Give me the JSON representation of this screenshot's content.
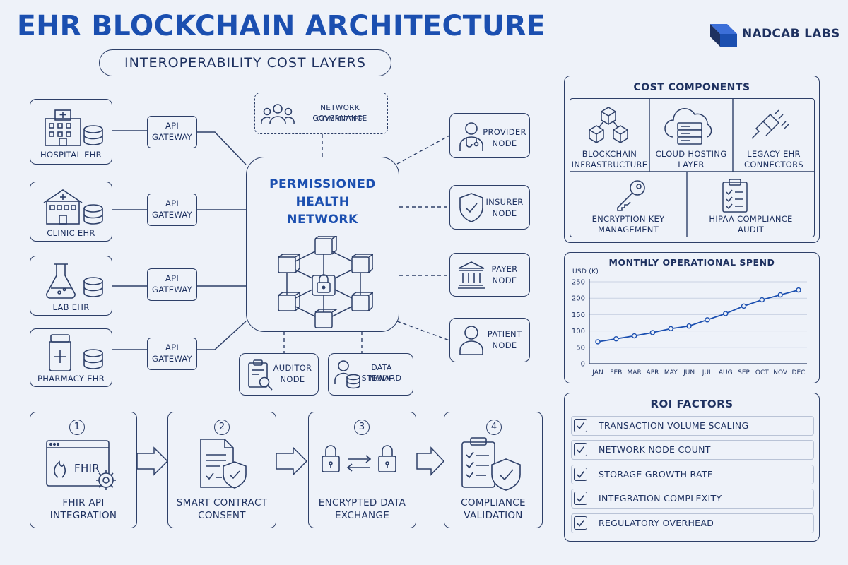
{
  "header": {
    "title": "EHR BLOCKCHAIN ARCHITECTURE",
    "subtitle": "INTEROPERABILITY COST LAYERS",
    "brand": "NADCAB LABS"
  },
  "colors": {
    "accent": "#1b4fb0",
    "ink": "#1e3160",
    "line": "#2d3f68",
    "background": "#eef2f9"
  },
  "ehr_sources": [
    {
      "label": "HOSPITAL EHR",
      "icon": "hospital-icon"
    },
    {
      "label": "CLINIC EHR",
      "icon": "clinic-icon"
    },
    {
      "label": "LAB EHR",
      "icon": "flask-icon"
    },
    {
      "label": "PHARMACY EHR",
      "icon": "medicine-bottle-icon"
    }
  ],
  "gateway": {
    "line1": "API",
    "line2": "GATEWAY"
  },
  "center": {
    "line1": "PERMISSIONED",
    "line2": "HEALTH",
    "line3": "NETWORK"
  },
  "governance": {
    "line1": "NETWORK GOVERNANCE",
    "line2": "COMMITTEE"
  },
  "nodes_right": [
    {
      "line1": "PROVIDER",
      "line2": "NODE",
      "icon": "doctor-icon"
    },
    {
      "line1": "INSURER",
      "line2": "NODE",
      "icon": "shield-check-icon"
    },
    {
      "line1": "PAYER",
      "line2": "NODE",
      "icon": "bank-icon"
    },
    {
      "line1": "PATIENT",
      "line2": "NODE",
      "icon": "person-icon"
    }
  ],
  "nodes_bottom": [
    {
      "line1": "AUDITOR",
      "line2": "NODE",
      "icon": "clipboard-search-icon"
    },
    {
      "line1": "DATA STEWARD",
      "line2": "NODE",
      "icon": "user-database-icon"
    }
  ],
  "steps": [
    {
      "num": "1",
      "line1": "FHIR API",
      "line2": "INTEGRATION",
      "icon_text": "FHIR"
    },
    {
      "num": "2",
      "line1": "SMART CONTRACT",
      "line2": "CONSENT"
    },
    {
      "num": "3",
      "line1": "ENCRYPTED DATA",
      "line2": "EXCHANGE"
    },
    {
      "num": "4",
      "line1": "COMPLIANCE",
      "line2": "VALIDATION"
    }
  ],
  "cost_components": {
    "title": "COST COMPONENTS",
    "items": [
      {
        "line1": "BLOCKCHAIN",
        "line2": "INFRASTRUCTURE",
        "icon": "cubes-icon"
      },
      {
        "line1": "CLOUD HOSTING",
        "line2": "LAYER",
        "icon": "cloud-server-icon"
      },
      {
        "line1": "LEGACY EHR",
        "line2": "CONNECTORS",
        "icon": "plug-icon"
      },
      {
        "line1": "ENCRYPTION KEY",
        "line2": "MANAGEMENT",
        "icon": "key-icon"
      },
      {
        "line1": "HIPAA COMPLIANCE",
        "line2": "AUDIT",
        "icon": "checklist-icon"
      }
    ]
  },
  "chart_data": {
    "type": "line",
    "title": "MONTHLY OPERATIONAL SPEND",
    "ylabel": "USD (K)",
    "xlabel": "",
    "categories": [
      "JAN",
      "FEB",
      "MAR",
      "APR",
      "MAY",
      "JUN",
      "JUL",
      "AUG",
      "SEP",
      "OCT",
      "NOV",
      "DEC"
    ],
    "values": [
      67,
      76,
      85,
      95,
      107,
      115,
      134,
      153,
      176,
      195,
      210,
      225
    ],
    "ylim": [
      0,
      250
    ],
    "yticks": [
      0,
      50,
      100,
      150,
      200,
      250
    ],
    "grid": "horizontal",
    "legend": "none"
  },
  "roi": {
    "title": "ROI FACTORS",
    "items": [
      "TRANSACTION VOLUME SCALING",
      "NETWORK NODE COUNT",
      "STORAGE GROWTH RATE",
      "INTEGRATION COMPLEXITY",
      "REGULATORY OVERHEAD"
    ]
  }
}
